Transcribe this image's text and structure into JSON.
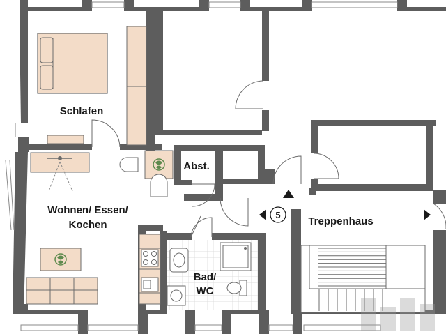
{
  "rooms": {
    "schlafen": "Schlafen",
    "abst": "Abst.",
    "wohnen_line1": "Wohnen/ Essen/",
    "wohnen_line2": "Kochen",
    "bad_line1": "Bad/",
    "bad_line2": "WC",
    "treppenhaus": "Treppenhaus"
  },
  "stair_marker": "5",
  "colors": {
    "wall": "#5d5d5d",
    "furniture": "#f3dcc8",
    "bath_tile": "#ffffff",
    "plant": "#5d8a4d",
    "line": "#6b6b6b"
  }
}
